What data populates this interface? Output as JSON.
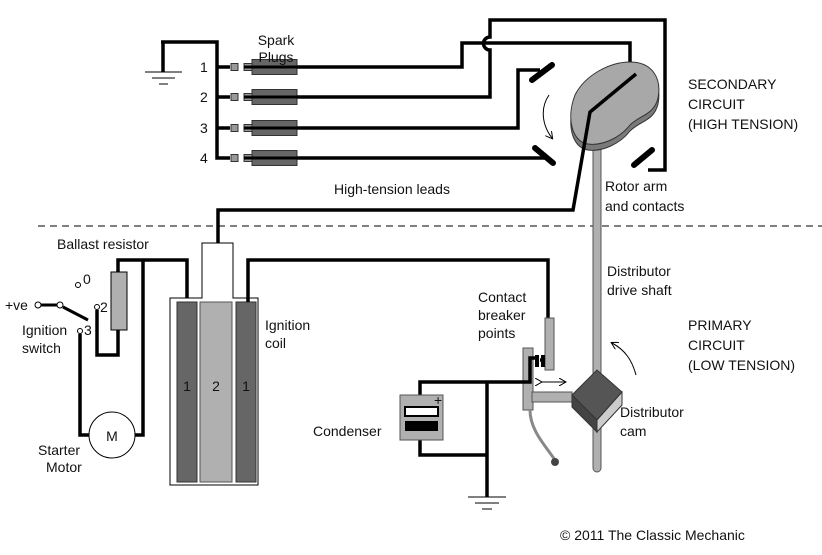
{
  "labels": {
    "spark_plugs": [
      "Spark",
      "Plugs"
    ],
    "plug_numbers": [
      "1",
      "2",
      "3",
      "4"
    ],
    "high_tension_leads": "High-tension leads",
    "rotor_arm": [
      "Rotor arm",
      "and contacts"
    ],
    "secondary_circuit": [
      "SECONDARY",
      "CIRCUIT",
      "(HIGH TENSION)"
    ],
    "ballast_resistor": "Ballast resistor",
    "switch_terminals": {
      "off": "0",
      "ignition": "2",
      "start": "3",
      "supply": "+ve"
    },
    "ignition_switch": [
      "Ignition",
      "switch"
    ],
    "ignition_coil": [
      "Ignition",
      "coil"
    ],
    "coil_windings": [
      "1",
      "2",
      "1"
    ],
    "starter_motor": [
      "Starter",
      "Motor"
    ],
    "motor_symbol": "M",
    "contact_breaker": [
      "Contact",
      "breaker",
      "points"
    ],
    "distributor_shaft": [
      "Distributor",
      "drive shaft"
    ],
    "primary_circuit": [
      "PRIMARY",
      "CIRCUIT",
      "(LOW TENSION)"
    ],
    "condenser": "Condenser",
    "condenser_polarity": "+",
    "distributor_cam": [
      "Distributor",
      "cam"
    ],
    "copyright": "© 2011 The Classic Mechanic"
  },
  "colors": {
    "wire": "#000000",
    "dark_component": "#666666",
    "light_component": "#b0b0b0",
    "rotor": "#a8a8a8"
  }
}
